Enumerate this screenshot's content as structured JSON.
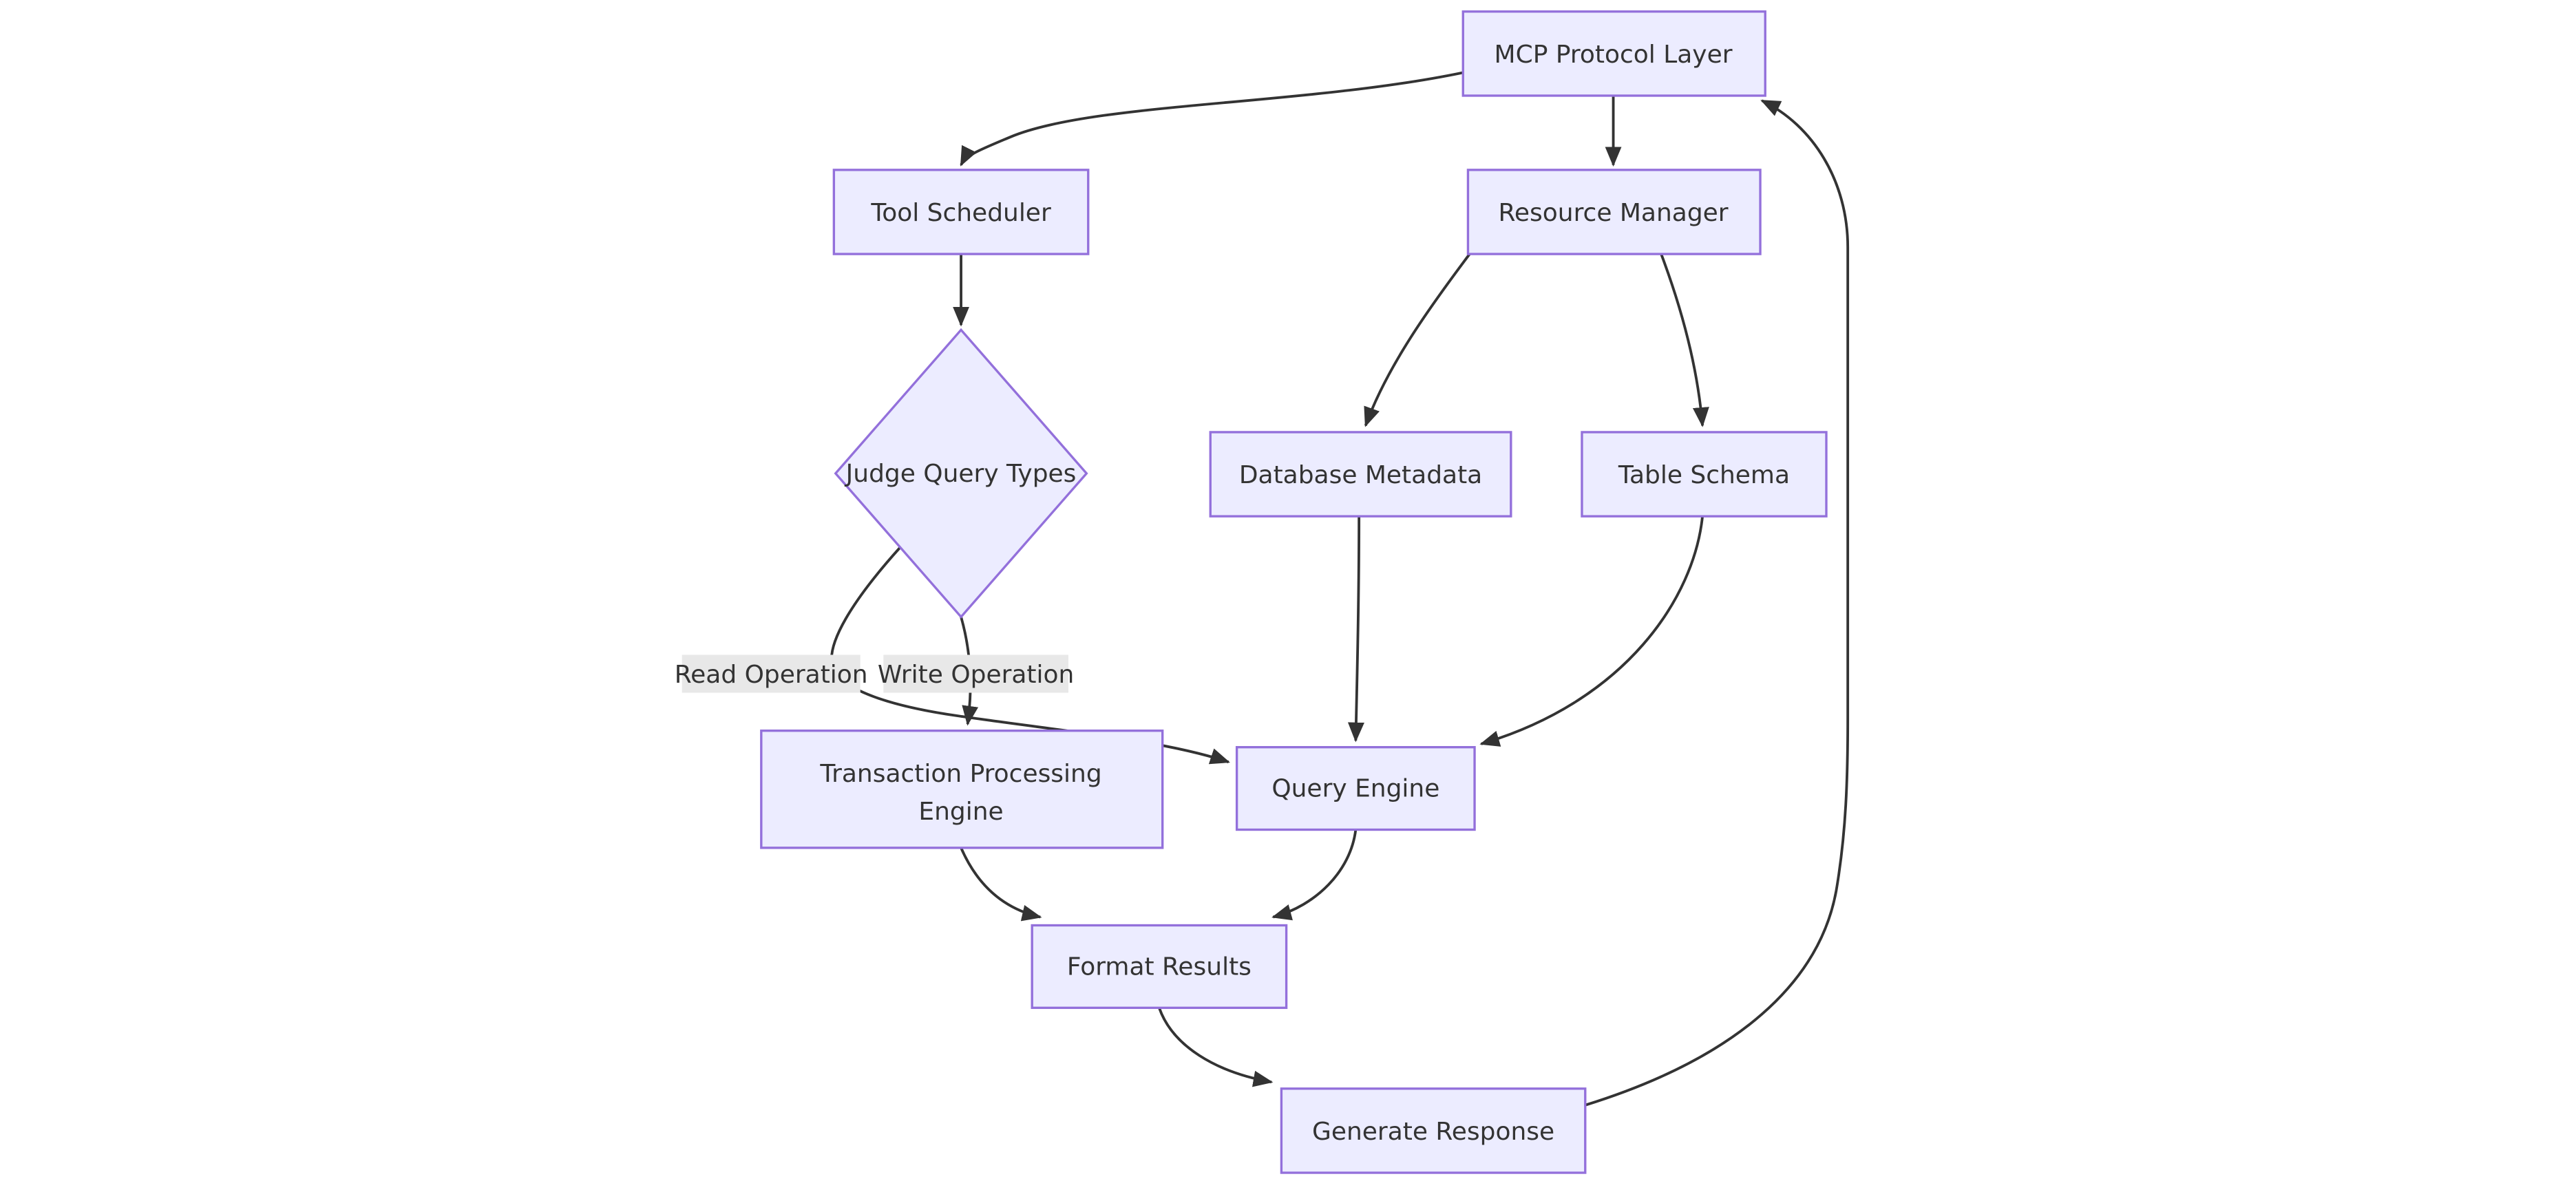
{
  "diagram": {
    "type": "flowchart",
    "background_color": "#ffffff",
    "colors": {
      "node_fill": "#ECECFF",
      "node_border": "#9370DB",
      "edge_line": "#333333",
      "text": "#333333",
      "edge_label_background": "#e8e8e8"
    },
    "nodes": {
      "mcp_protocol_layer": {
        "label": "MCP Protocol Layer",
        "shape": "rectangle"
      },
      "tool_scheduler": {
        "label": "Tool Scheduler",
        "shape": "rectangle"
      },
      "resource_manager": {
        "label": "Resource Manager",
        "shape": "rectangle"
      },
      "judge_query_types": {
        "label": "Judge Query Types",
        "shape": "diamond"
      },
      "database_metadata": {
        "label": "Database Metadata",
        "shape": "rectangle"
      },
      "table_schema": {
        "label": "Table Schema",
        "shape": "rectangle"
      },
      "transaction_processing_engine": {
        "label": "Transaction Processing Engine",
        "label_line1": "Transaction Processing",
        "label_line2": "Engine",
        "shape": "rectangle"
      },
      "query_engine": {
        "label": "Query Engine",
        "shape": "rectangle"
      },
      "format_results": {
        "label": "Format Results",
        "shape": "rectangle"
      },
      "generate_response": {
        "label": "Generate Response",
        "shape": "rectangle"
      }
    },
    "edge_labels": {
      "read": "Read Operation",
      "write": "Write Operation"
    },
    "edges": [
      {
        "from": "mcp_protocol_layer",
        "to": "tool_scheduler",
        "label": ""
      },
      {
        "from": "mcp_protocol_layer",
        "to": "resource_manager",
        "label": ""
      },
      {
        "from": "tool_scheduler",
        "to": "judge_query_types",
        "label": ""
      },
      {
        "from": "judge_query_types",
        "to": "query_engine",
        "label": "Read Operation"
      },
      {
        "from": "judge_query_types",
        "to": "transaction_processing_engine",
        "label": "Write Operation"
      },
      {
        "from": "resource_manager",
        "to": "database_metadata",
        "label": ""
      },
      {
        "from": "resource_manager",
        "to": "table_schema",
        "label": ""
      },
      {
        "from": "database_metadata",
        "to": "query_engine",
        "label": ""
      },
      {
        "from": "table_schema",
        "to": "query_engine",
        "label": ""
      },
      {
        "from": "transaction_processing_engine",
        "to": "format_results",
        "label": ""
      },
      {
        "from": "query_engine",
        "to": "format_results",
        "label": ""
      },
      {
        "from": "format_results",
        "to": "generate_response",
        "label": ""
      },
      {
        "from": "generate_response",
        "to": "mcp_protocol_layer",
        "label": ""
      }
    ]
  }
}
